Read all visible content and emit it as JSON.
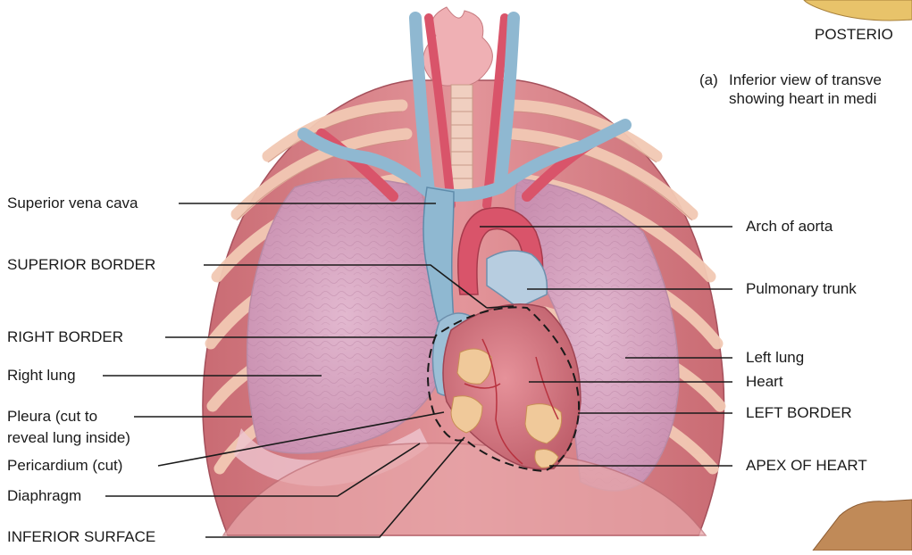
{
  "header": {
    "posterior": "POSTERIO",
    "caption_marker": "(a)",
    "caption_line1": "Inferior view of transve",
    "caption_line2": "showing heart in medi"
  },
  "labels_left": {
    "superior_vena_cava": "Superior vena cava",
    "superior_border": "SUPERIOR BORDER",
    "right_border": "RIGHT BORDER",
    "right_lung": "Right lung",
    "pleura_line1": "Pleura (cut to",
    "pleura_line2": "reveal lung inside)",
    "pericardium": "Pericardium (cut)",
    "diaphragm": "Diaphragm",
    "inferior_surface": "INFERIOR SURFACE"
  },
  "labels_right": {
    "arch_of_aorta": "Arch of aorta",
    "pulmonary_trunk": "Pulmonary trunk",
    "left_lung": "Left lung",
    "heart": "Heart",
    "left_border": "LEFT BORDER",
    "apex_of_heart": "APEX OF HEART"
  },
  "colors": {
    "rib_muscle": "#e3959a",
    "rib_bone": "#f2c9b4",
    "lung_fill": "#d9a9c4",
    "pleura": "#edc6cf",
    "vein_blue": "#8fb8d1",
    "artery_red": "#d9546a",
    "heart_red": "#d77a82",
    "fat_yellow": "#f0c99a",
    "leader": "#1a1a1a"
  }
}
